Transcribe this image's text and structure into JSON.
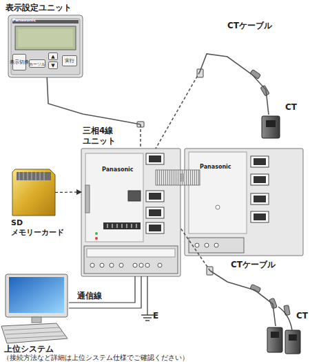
{
  "diagram": {
    "nodes": [
      {
        "text": [
          "表示設定ユニット",
          "Panasonic"
        ]
      },
      {
        "text": [
          "表示切換"
        ],
        "in": 0
      },
      {
        "text": [
          "カーソル"
        ],
        "in": 0
      },
      {
        "text": [
          "▲"
        ],
        "in": 0
      },
      {
        "text": [
          "▼"
        ],
        "in": 0
      },
      {
        "text": [
          "実行"
        ],
        "in": 0
      },
      {
        "text": [
          "三相4線 ユニット",
          "Panasonic"
        ]
      },
      {
        "text": [
          "Panasonic"
        ]
      },
      {
        "text": [
          "SD メモリーカード"
        ]
      },
      {
        "text": [
          "CT"
        ]
      },
      {
        "text": [
          "CT"
        ]
      },
      {
        "text": [
          "上位システム",
          "（接続方法など詳細は上位システム仕様でご確認ください）"
        ]
      }
    ],
    "edges": [
      {
        "from": 0,
        "to": 6,
        "arrow": "none"
      },
      {
        "from": 9,
        "to": 6,
        "label": "CTケーブル",
        "arrow": "none"
      },
      {
        "from": 8,
        "to": 6,
        "arrow": "to"
      },
      {
        "from": 6,
        "to": 7,
        "arrow": "none"
      },
      {
        "from": 10,
        "to": 6,
        "label": "CTケーブル",
        "arrow": "none"
      },
      {
        "from": 11,
        "to": 6,
        "label": "通信線",
        "arrow": "none"
      }
    ],
    "labels": [
      "E"
    ]
  }
}
